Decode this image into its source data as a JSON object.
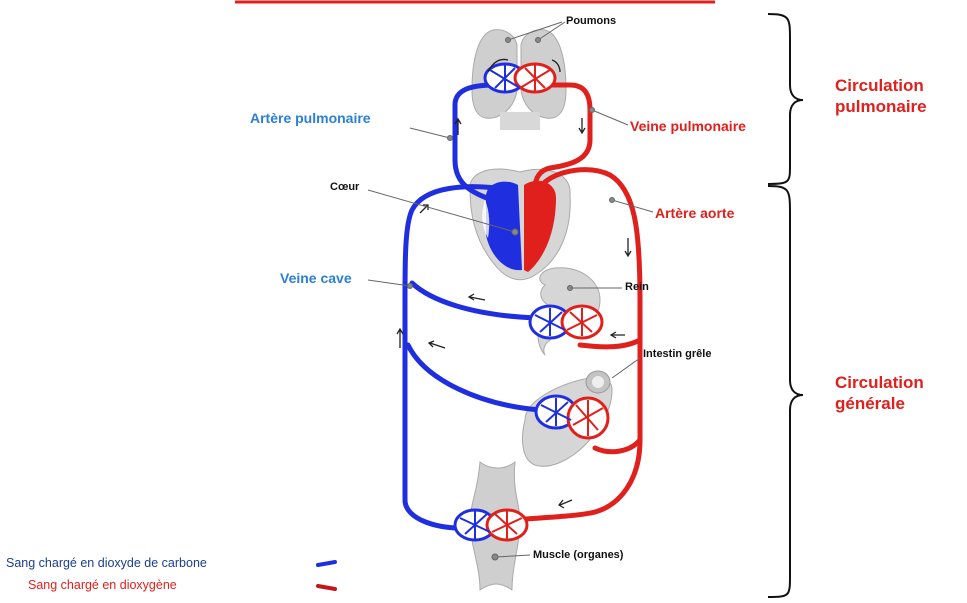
{
  "labels": {
    "poumons": "Poumons",
    "coeur": "Cœur",
    "rein": "Rein",
    "intestin": "Intestin grêle",
    "muscle": "Muscle (organes)",
    "artere_pulmonaire": "Artère pulmonaire",
    "veine_pulmonaire": "Veine pulmonaire",
    "artere_aorte": "Artère aorte",
    "veine_cave": "Veine cave"
  },
  "sections": {
    "pulmonaire_line1": "Circulation",
    "pulmonaire_line2": "pulmonaire",
    "generale_line1": "Circulation",
    "generale_line2": "générale"
  },
  "legend": {
    "co2": "Sang chargé en dioxyde de carbone",
    "o2": "Sang chargé en dioxygène"
  },
  "colors": {
    "deoxygenated": "#1f2fe0",
    "oxygenated": "#e0201c",
    "organ": "#c9c9c9",
    "title_bar": "#e0201c"
  }
}
